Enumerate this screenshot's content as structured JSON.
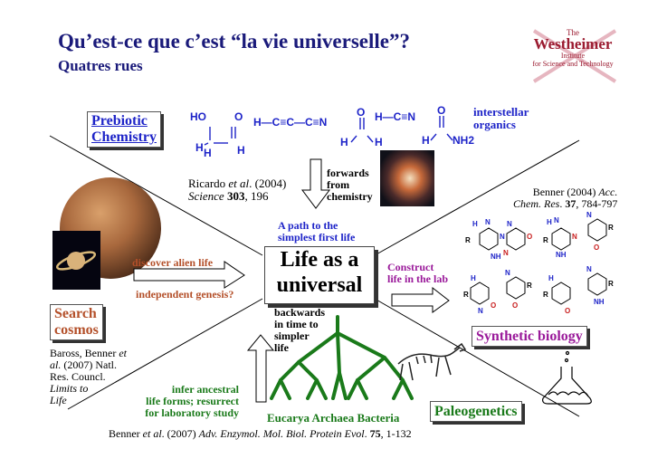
{
  "title": "Qu’est-ce que c’est “la vie universelle”?",
  "subtitle": "Quatres rues",
  "logo": {
    "the": "The",
    "name": "Westheimer",
    "line1": "Institute",
    "line2": "for Science and Technology"
  },
  "center": {
    "line1": "Life as a",
    "line2": "universal"
  },
  "prebiotic": {
    "line1": "Prebiotic",
    "line2": "Chemistry"
  },
  "interstellar": {
    "line1": "interstellar",
    "line2": "organics"
  },
  "molecules": {
    "m1": {
      "ho": "HO",
      "o": "O",
      "h1": "H",
      "h2": "H",
      "h3": "H"
    },
    "m2": "H—C≡C—C≡N",
    "m3": {
      "o": "O",
      "h1": "H",
      "h2": "H"
    },
    "m4": "H—C≡N",
    "m5": {
      "o": "O",
      "h": "H",
      "nh2": "NH2"
    }
  },
  "ricardo": {
    "authors": "Ricardo ",
    "etal": "et al",
    "year": ". (2004)",
    "journal": "Science ",
    "vol": "303",
    "pages": ", 196"
  },
  "forwards": {
    "line1": "forwards",
    "line2": "from",
    "line3": "chemistry"
  },
  "path": {
    "line1": "A path to the",
    "line2": "simplest first life"
  },
  "benner2004": {
    "line1a": "Benner (2004) ",
    "line1b": "Acc.",
    "line2a": "Chem. Res",
    "line2b": ". ",
    "vol": "37",
    "pages": ", 784-797"
  },
  "construct": {
    "line1": "Construct",
    "line2": "life in the lab"
  },
  "synthetic": "Synthetic biology",
  "discover": "discover alien life",
  "independent": "independent genesis?",
  "search": {
    "line1": "Search",
    "line2": "cosmos"
  },
  "baross": {
    "l1": "Baross, Benner ",
    "l1b": "et",
    "l2a": "al.",
    "l2b": " (2007) Natl.",
    "l3": "Res. Councl.",
    "l4": "Limits to",
    "l5": "Life"
  },
  "backwards": {
    "l1": "backwards",
    "l2": "in time to",
    "l3": "simpler",
    "l4": "life"
  },
  "infer": {
    "l1": "infer ancestral",
    "l2": "life forms; resurrect",
    "l3": "for laboratory study"
  },
  "domains": {
    "eucarya": "Eucarya",
    "archaea": "Archaea",
    "bacteria": "Bacteria"
  },
  "paleo": "Paleogenetics",
  "benner2007": {
    "a": "Benner ",
    "etal": "et al",
    "b": ".  (2007) ",
    "journal": "Adv. Enzymol. Mol. Biol. Protein Evol",
    "c": ". ",
    "vol": "75",
    "pages": ", 1-132"
  },
  "colors": {
    "title": "#1a1a7a",
    "blue": "#1e24c8",
    "brown": "#b4502a",
    "purple": "#9a1a9a",
    "green": "#1a7a1a",
    "logo": "#9b1b30"
  }
}
